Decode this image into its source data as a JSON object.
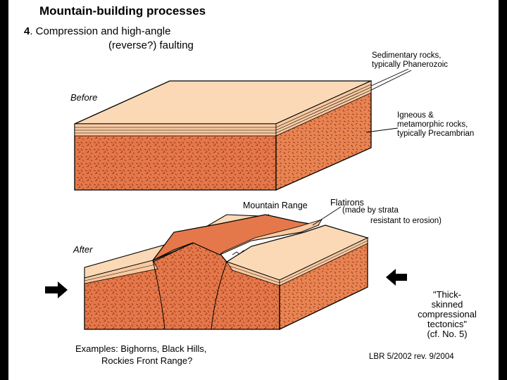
{
  "title": "Mountain-building processes",
  "subtitle": {
    "number": "4",
    "line1": ". Compression and high-angle",
    "line2": "(reverse?) faulting"
  },
  "labels": {
    "before": "Before",
    "after": "After",
    "sedimentary": [
      "Sedimentary rocks,",
      "typically Phanerozoic"
    ],
    "igneous": [
      "Igneous &",
      "metamorphic rocks,",
      "typically Precambrian"
    ],
    "mountain_range": "Mountain Range",
    "flatirons": "Flatirons",
    "flatirons_note1": "(made by strata",
    "flatirons_note2": "resistant to erosion)",
    "thick_skinned": [
      "\"Thick-",
      "skinned",
      "compressional",
      "tectonics\"",
      "(cf. No. 5)"
    ],
    "examples1": "Examples: Bighorns, Black Hills,",
    "examples2": "Rockies Front Range?",
    "credit": "LBR 5/2002 rev. 9/2004"
  },
  "colors": {
    "rock_front": "#e5784a",
    "rock_side": "#e88352",
    "sed_top": "#fbd9b6",
    "sed_edge": "#f9c9a0",
    "outline": "#000000"
  },
  "icons": {
    "left_arrow": "arrow-right-icon",
    "right_arrow": "arrow-left-icon"
  }
}
